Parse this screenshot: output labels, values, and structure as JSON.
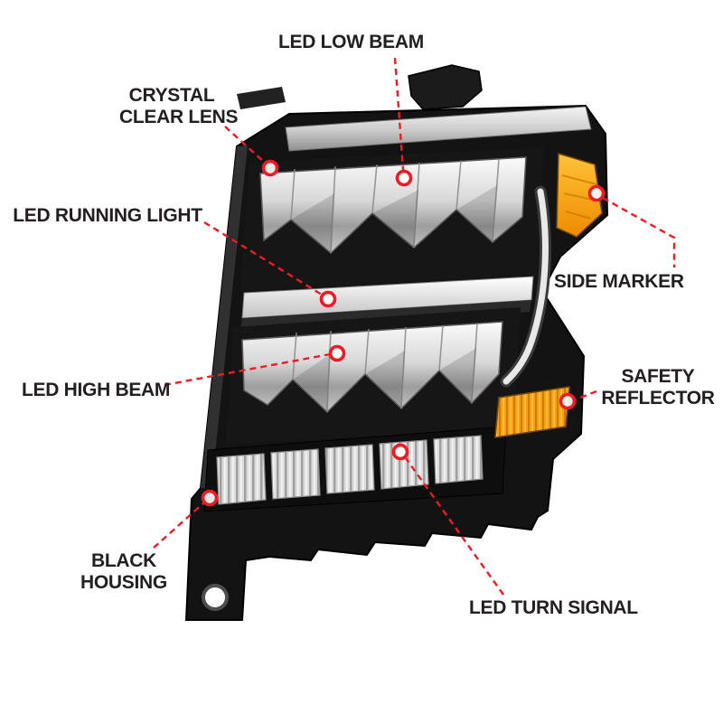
{
  "diagram": {
    "subject": "led-headlight-product-callout-diagram",
    "callouts": {
      "led_low_beam": {
        "label": "LED LOW BEAM"
      },
      "crystal_clear_lens": {
        "lines": [
          "CRYSTAL",
          "CLEAR LENS"
        ]
      },
      "led_running_light": {
        "label": "LED RUNNING LIGHT"
      },
      "side_marker": {
        "label": "SIDE MARKER"
      },
      "led_high_beam": {
        "label": "LED HIGH BEAM"
      },
      "safety_reflector": {
        "lines": [
          "SAFETY",
          "REFLECTOR"
        ]
      },
      "black_housing": {
        "lines": [
          "BLACK",
          "HOUSING"
        ]
      },
      "led_turn_signal": {
        "label": "LED TURN SIGNAL"
      }
    },
    "colors": {
      "background": "#ffffff",
      "label_text": "#231f20",
      "leader_line_red": "#ed1c24",
      "marker_fill": "#ffffff",
      "housing_black": "#131313",
      "chrome": "#c9c9c9",
      "amber": "#f79a10",
      "clear_lens": "#dcdcdc"
    }
  }
}
